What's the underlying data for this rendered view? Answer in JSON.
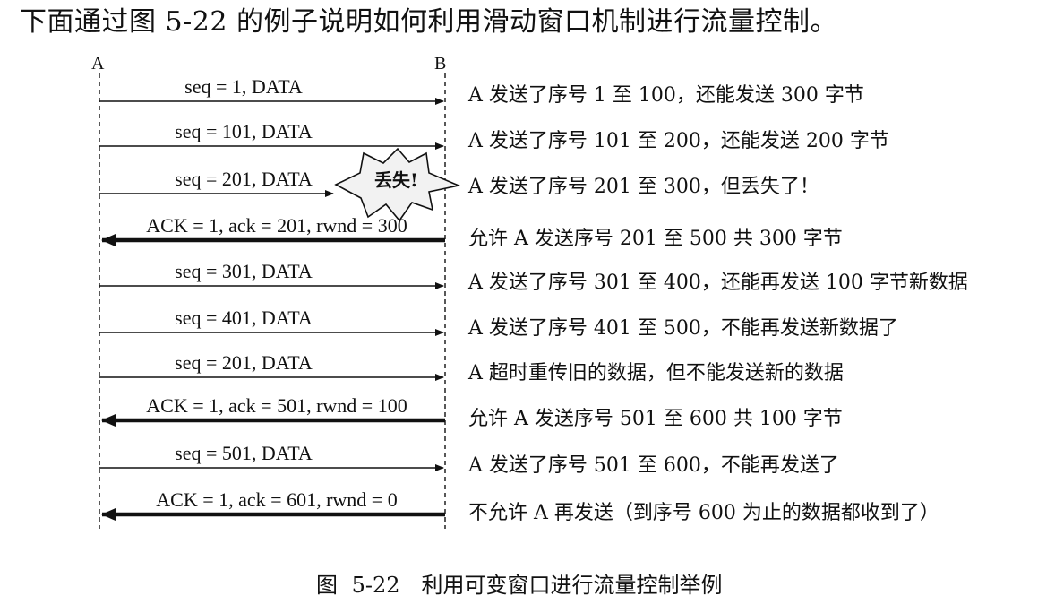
{
  "intro_text": "下面通过图 5-22 的例子说明如何利用滑动窗口机制进行流量控制。",
  "endpoint_a": "A",
  "endpoint_b": "B",
  "loss_label": "丢失!",
  "caption": "图 5-22　利用可变窗口进行流量控制举例",
  "messages": [
    {
      "label": "seq = 1, DATA",
      "direction": "A-to-B",
      "kind": "data",
      "description": "A 发送了序号 1 至 100，还能发送 300 字节"
    },
    {
      "label": "seq = 101, DATA",
      "direction": "A-to-B",
      "kind": "data",
      "description": "A 发送了序号 101 至 200，还能发送 200 字节"
    },
    {
      "label": "seq = 201, DATA",
      "direction": "A-to-B",
      "kind": "data-lost",
      "description": "A 发送了序号 201 至 300，但丢失了！"
    },
    {
      "label": "ACK = 1, ack = 201, rwnd = 300",
      "direction": "B-to-A",
      "kind": "ack",
      "description": "允许 A 发送序号 201 至 500 共 300 字节"
    },
    {
      "label": "seq = 301, DATA",
      "direction": "A-to-B",
      "kind": "data",
      "description": "A 发送了序号 301 至 400，还能再发送 100 字节新数据"
    },
    {
      "label": "seq = 401, DATA",
      "direction": "A-to-B",
      "kind": "data",
      "description": "A 发送了序号 401 至 500，不能再发送新数据了"
    },
    {
      "label": "seq = 201, DATA",
      "direction": "A-to-B",
      "kind": "data",
      "description": "A 超时重传旧的数据，但不能发送新的数据"
    },
    {
      "label": "ACK = 1, ack = 501, rwnd = 100",
      "direction": "B-to-A",
      "kind": "ack",
      "description": "允许 A 发送序号 501 至 600 共 100 字节"
    },
    {
      "label": "seq = 501, DATA",
      "direction": "A-to-B",
      "kind": "data",
      "description": "A 发送了序号 501 至 600，不能再发送了"
    },
    {
      "label": "ACK = 1, ack = 601, rwnd = 0",
      "direction": "B-to-A",
      "kind": "ack",
      "description": "不允许 A 再发送（到序号 600 为止的数据都收到了）"
    }
  ],
  "colors": {
    "ink": "#111111",
    "burst_fill": "#f2f2f2"
  }
}
